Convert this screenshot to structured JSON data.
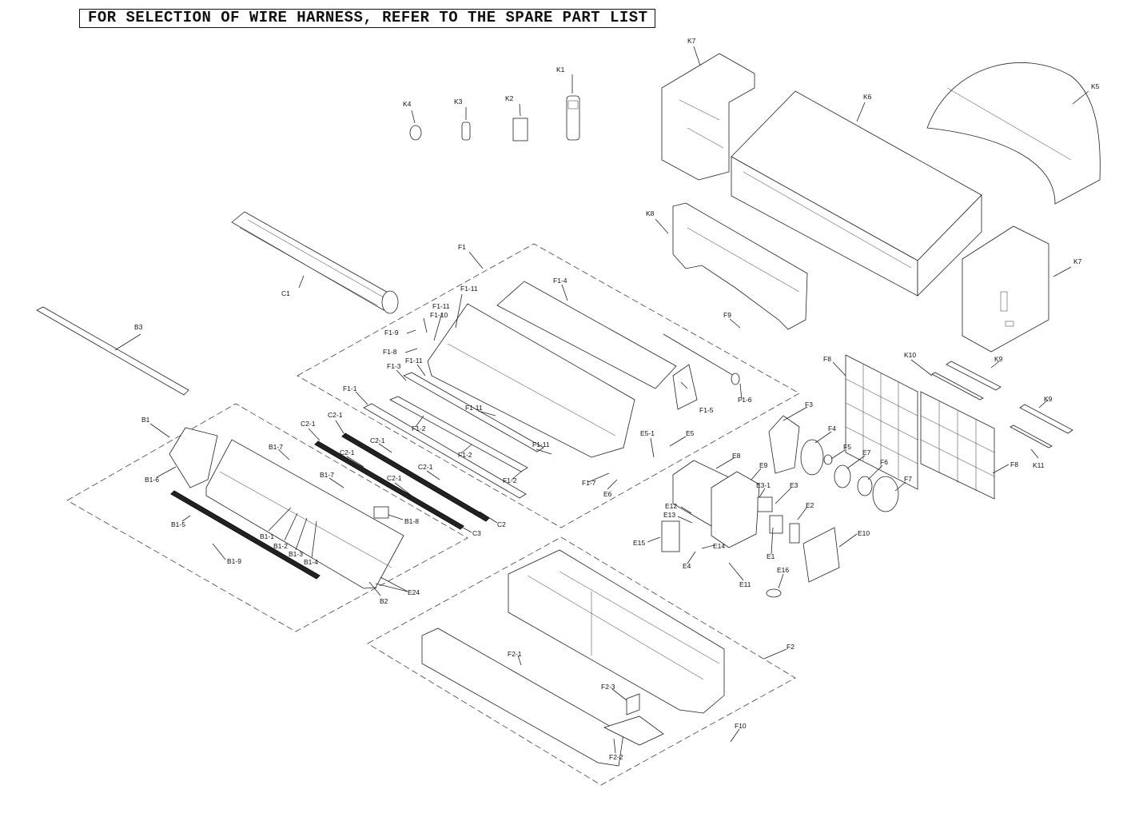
{
  "banner": "FOR SELECTION OF WIRE HARNESS, REFER TO THE SPARE PART LIST",
  "labels": [
    {
      "id": "K7a",
      "text": "K7"
    },
    {
      "id": "K6",
      "text": "K6"
    },
    {
      "id": "K5",
      "text": "K5"
    },
    {
      "id": "K1",
      "text": "K1"
    },
    {
      "id": "K2",
      "text": "K2"
    },
    {
      "id": "K3",
      "text": "K3"
    },
    {
      "id": "K4",
      "text": "K4"
    },
    {
      "id": "K8",
      "text": "K8"
    },
    {
      "id": "K7b",
      "text": "K7"
    },
    {
      "id": "C1",
      "text": "C1"
    },
    {
      "id": "B3",
      "text": "B3"
    },
    {
      "id": "F1",
      "text": "F1"
    },
    {
      "id": "F1-4",
      "text": "F1-4"
    },
    {
      "id": "F1-11a",
      "text": "F1-11"
    },
    {
      "id": "F1-11b",
      "text": "F1-11"
    },
    {
      "id": "F1-11c",
      "text": "F1-11"
    },
    {
      "id": "F1-11d",
      "text": "F1-11"
    },
    {
      "id": "F1-11e",
      "text": "F1-11"
    },
    {
      "id": "F1-10",
      "text": "F1-10"
    },
    {
      "id": "F1-9",
      "text": "F1-9"
    },
    {
      "id": "F1-8",
      "text": "F1-8"
    },
    {
      "id": "F1-3",
      "text": "F1-3"
    },
    {
      "id": "F1-1",
      "text": "F1-1"
    },
    {
      "id": "F1-2a",
      "text": "F1-2"
    },
    {
      "id": "F1-2b",
      "text": "F1-2"
    },
    {
      "id": "F1-2c",
      "text": "F1-2"
    },
    {
      "id": "F1-5",
      "text": "F1-5"
    },
    {
      "id": "F1-6",
      "text": "F1-6"
    },
    {
      "id": "F1-7",
      "text": "F1-7"
    },
    {
      "id": "F9",
      "text": "F9"
    },
    {
      "id": "F8a",
      "text": "F8"
    },
    {
      "id": "F8b",
      "text": "F8"
    },
    {
      "id": "K10",
      "text": "K10"
    },
    {
      "id": "K9a",
      "text": "K9"
    },
    {
      "id": "K9b",
      "text": "K9"
    },
    {
      "id": "K11",
      "text": "K11"
    },
    {
      "id": "F3",
      "text": "F3"
    },
    {
      "id": "F4",
      "text": "F4"
    },
    {
      "id": "F5",
      "text": "F5"
    },
    {
      "id": "F6",
      "text": "F6"
    },
    {
      "id": "F7",
      "text": "F7"
    },
    {
      "id": "E7",
      "text": "E7"
    },
    {
      "id": "E5",
      "text": "E5"
    },
    {
      "id": "E5-1",
      "text": "E5-1"
    },
    {
      "id": "E6",
      "text": "E6"
    },
    {
      "id": "E8",
      "text": "E8"
    },
    {
      "id": "E9",
      "text": "E9"
    },
    {
      "id": "E3-1",
      "text": "E3-1"
    },
    {
      "id": "E3",
      "text": "E3"
    },
    {
      "id": "E2",
      "text": "E2"
    },
    {
      "id": "E12",
      "text": "E12"
    },
    {
      "id": "E13",
      "text": "E13"
    },
    {
      "id": "E14",
      "text": "E14"
    },
    {
      "id": "E15",
      "text": "E15"
    },
    {
      "id": "E4",
      "text": "E4"
    },
    {
      "id": "E1",
      "text": "E1"
    },
    {
      "id": "E10",
      "text": "E10"
    },
    {
      "id": "E11",
      "text": "E11"
    },
    {
      "id": "E16",
      "text": "E16"
    },
    {
      "id": "B1",
      "text": "B1"
    },
    {
      "id": "B1-6",
      "text": "B1-6"
    },
    {
      "id": "B1-5",
      "text": "B1-5"
    },
    {
      "id": "B1-7a",
      "text": "B1-7"
    },
    {
      "id": "B1-7b",
      "text": "B1-7"
    },
    {
      "id": "B1-8",
      "text": "B1-8"
    },
    {
      "id": "B1-1",
      "text": "B1-1"
    },
    {
      "id": "B1-2",
      "text": "B1-2"
    },
    {
      "id": "B1-3",
      "text": "B1-3"
    },
    {
      "id": "B1-4",
      "text": "B1-4"
    },
    {
      "id": "B1-9",
      "text": "B1-9"
    },
    {
      "id": "B2",
      "text": "B2"
    },
    {
      "id": "E24",
      "text": "E24"
    },
    {
      "id": "C2-1a",
      "text": "C2-1"
    },
    {
      "id": "C2-1b",
      "text": "C2-1"
    },
    {
      "id": "C2-1c",
      "text": "C2-1"
    },
    {
      "id": "C2-1d",
      "text": "C2-1"
    },
    {
      "id": "C2-1e",
      "text": "C2-1"
    },
    {
      "id": "C2-1f",
      "text": "C2-1"
    },
    {
      "id": "C2",
      "text": "C2"
    },
    {
      "id": "C3",
      "text": "C3"
    },
    {
      "id": "F2",
      "text": "F2"
    },
    {
      "id": "F2-1",
      "text": "F2-1"
    },
    {
      "id": "F2-2",
      "text": "F2-2"
    },
    {
      "id": "F2-3",
      "text": "F2-3"
    },
    {
      "id": "F10",
      "text": "F10"
    }
  ]
}
